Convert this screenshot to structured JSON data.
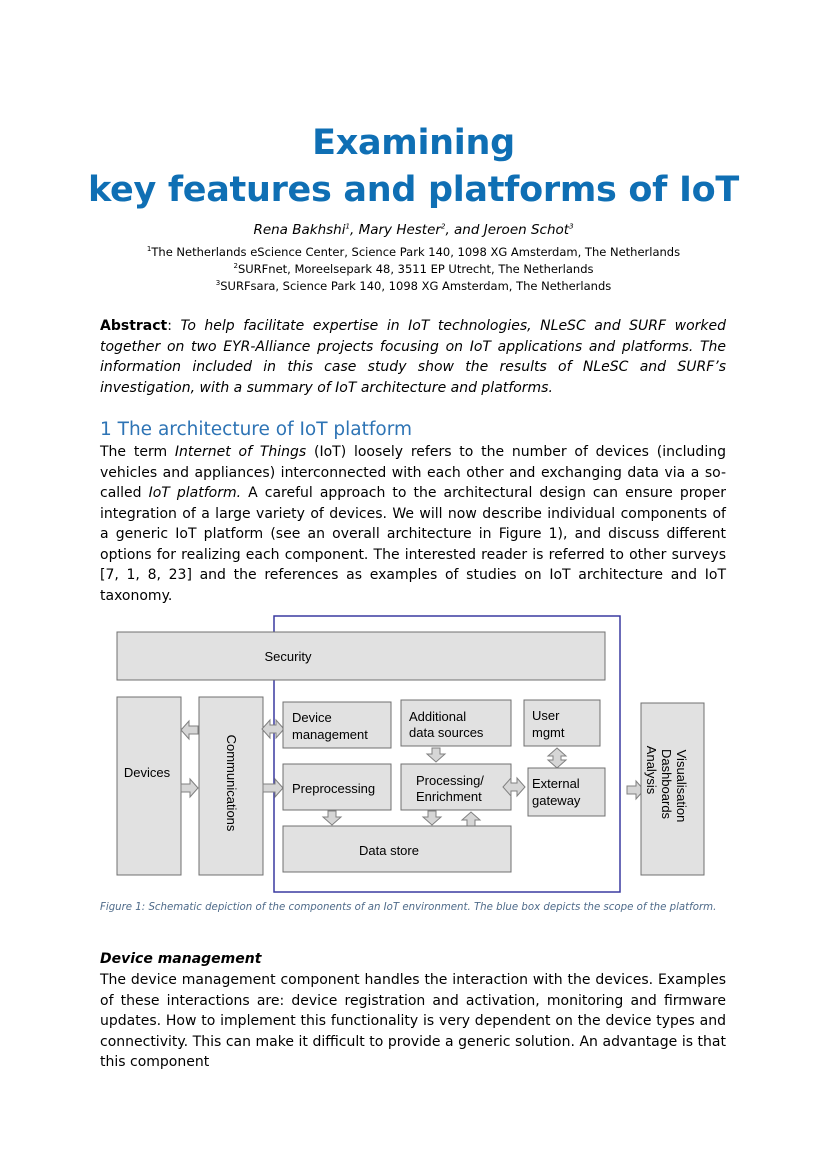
{
  "title": {
    "line1": "Examining",
    "line2": "key features and platforms of IoT"
  },
  "authors": {
    "a1": "Rena Bakhshi",
    "a1_sup": "1",
    "a2": "Mary Hester",
    "a2_sup": "2",
    "a3": "Jeroen Schot",
    "a3_sup": "3",
    "sep1": ", ",
    "sep2": ", and "
  },
  "affiliations": [
    {
      "sup": "1",
      "text": "The Netherlands eScience Center, Science Park 140, 1098 XG Amsterdam, The Netherlands"
    },
    {
      "sup": "2",
      "text": "SURFnet, Moreelsepark 48, 3511 EP Utrecht, The Netherlands"
    },
    {
      "sup": "3",
      "text": "SURFsara, Science Park 140, 1098 XG Amsterdam, The Netherlands"
    }
  ],
  "abstract": {
    "label": "Abstract",
    "colon": ": ",
    "text": "To help facilitate expertise in IoT technologies, NLeSC and SURF worked together on two EYR-Alliance projects focusing on IoT applications and platforms. The information included in this case study show the results of NLeSC and SURF’s investigation, with a summary of IoT architecture and platforms."
  },
  "section1": {
    "heading": "1 The architecture of IoT platform",
    "p_part1": "The term ",
    "p_em1": "Internet of Things",
    "p_part2": " (IoT) loosely refers to the number of devices (including vehicles and appliances) interconnected with each other and exchanging data via a so-called ",
    "p_em2": "IoT platform.",
    "p_part3": "  A careful approach to the architectural design can ensure proper integration of a large variety of devices. We will now describe individual components of a generic IoT platform (see an overall architecture in Figure 1), and discuss different options for realizing each component. The interested reader is referred to other surveys [7, 1, 8, 23] and the references as examples of studies on IoT architecture and IoT taxonomy."
  },
  "figure": {
    "security": "Security",
    "devices": "Devices",
    "communications": "Communications",
    "device_mgmt_1": "Device",
    "device_mgmt_2": "management",
    "additional_1": "Additional",
    "additional_2": "data sources",
    "user_mgmt_1": "User",
    "user_mgmt_2": "mgmt",
    "preprocessing": "Preprocessing",
    "processing_1": "Processing/",
    "processing_2": "Enrichment",
    "external_1": "External",
    "external_2": "gateway",
    "data_store": "Data store",
    "vis_1": "Visualisation",
    "vis_2": "Dashboards",
    "vis_3": "Analysis",
    "caption": "Figure 1: Schematic depiction of the components of an IoT environment. The blue box depicts the scope of the platform.",
    "scope_color": "#3a3aa0",
    "box_fill": "#e1e1e1",
    "box_stroke": "#707070"
  },
  "device_management": {
    "heading": "Device management",
    "text": "The device management component handles the interaction with the devices. Examples of these interactions are: device registration and activation, monitoring and firmware updates. How to implement this functionality is very dependent on the device types and connectivity. This can make it difficult to provide a generic solution. An advantage is that this component"
  },
  "colors": {
    "title": "#0f6fb4",
    "heading": "#2e74b5",
    "caption": "#4f6b8a"
  }
}
